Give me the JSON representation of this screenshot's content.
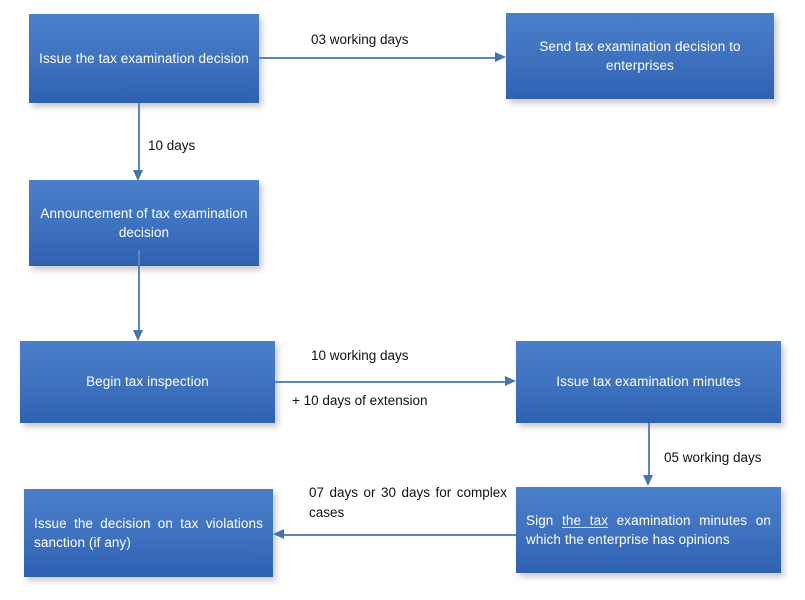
{
  "diagram": {
    "title": "Tax examination process flowchart",
    "background_color": "#ffffff",
    "node_fill_top": "#4a7fca",
    "node_fill_bottom": "#2f61b3",
    "node_text_color": "#ffffff",
    "connector_color": "#5b86b8",
    "label_text_color": "#111111"
  },
  "nodes": {
    "issue_decision": {
      "label": "Issue the tax examination decision"
    },
    "send_decision": {
      "label": "Send tax examination decision to enterprises"
    },
    "announcement": {
      "label": "Announcement of tax examination decision"
    },
    "begin_inspection": {
      "label": "Begin tax inspection"
    },
    "issue_minutes": {
      "label": "Issue tax examination minutes"
    },
    "sign_minutes": {
      "label_part1": "Sign ",
      "label_underlined": "the      tax",
      "label_part2": " examination minutes on which the enterprise has opinions",
      "label_full": "Sign the tax examination minutes on which the enterprise has opinions"
    },
    "issue_sanction": {
      "label": "Issue the decision on tax violations sanction (if any)"
    }
  },
  "edges": {
    "issue_to_send": {
      "label": "03 working days"
    },
    "issue_to_announcement": {
      "label": "10 days"
    },
    "announcement_to_begin": {
      "label": ""
    },
    "begin_to_minutes_top": {
      "label": "10 working days"
    },
    "begin_to_minutes_bottom": {
      "label": "+ 10 days of extension"
    },
    "minutes_to_sign": {
      "label": "05 working days"
    },
    "sign_to_sanction": {
      "label": "07 days or 30 days for complex cases"
    }
  }
}
